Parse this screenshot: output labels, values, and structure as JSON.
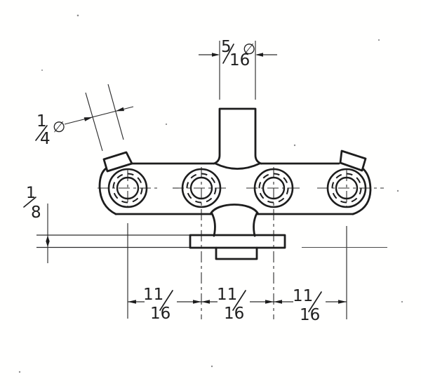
{
  "colors": {
    "ink": "#1d1d1d",
    "paper": "#fffffe"
  },
  "dimensions": {
    "top_diameter": {
      "numerator": "5",
      "denominator": "16",
      "symbol": "∅"
    },
    "lug_diameter": {
      "numerator": "1",
      "denominator": "4",
      "symbol": "∅"
    },
    "flange_thickness": {
      "numerator": "1",
      "denominator": "8"
    },
    "hole_spacings": [
      {
        "numerator": "11",
        "denominator": "16"
      },
      {
        "numerator": "11",
        "denominator": "16"
      },
      {
        "numerator": "11",
        "denominator": "16"
      }
    ]
  }
}
